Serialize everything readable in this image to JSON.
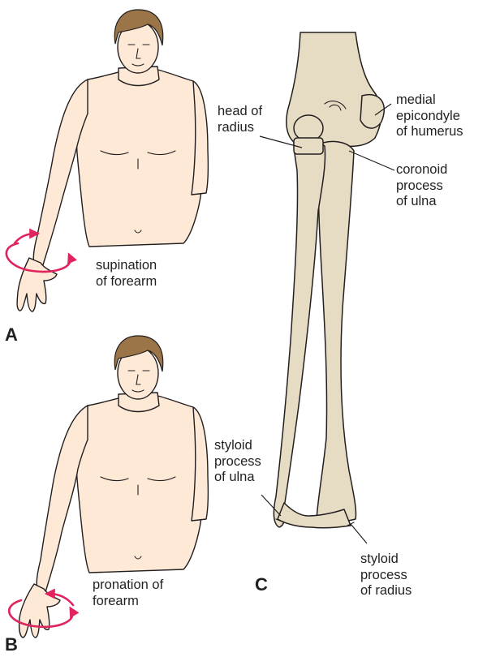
{
  "panels": {
    "a": {
      "letter": "A",
      "caption": "supination\nof forearm"
    },
    "b": {
      "letter": "B",
      "caption": "pronation of\nforearm"
    },
    "c": {
      "letter": "C",
      "labels": {
        "head_of_radius": "head of\nradius",
        "medial_epicondyle": "medial\nepicondyle\nof humerus",
        "coronoid_process": "coronoid\nprocess\nof ulna",
        "styloid_ulna": "styloid\nprocess\nof ulna",
        "styloid_radius": "styloid\nprocess\nof radius"
      }
    }
  },
  "colors": {
    "skin": "#fde9d6",
    "skin_shadow": "#f2cfae",
    "hair": "#9b7547",
    "bone": "#e6dcc3",
    "bone_shadow": "#c9bb98",
    "outline": "#231f20",
    "rotation_arrow": "#e0245e"
  }
}
